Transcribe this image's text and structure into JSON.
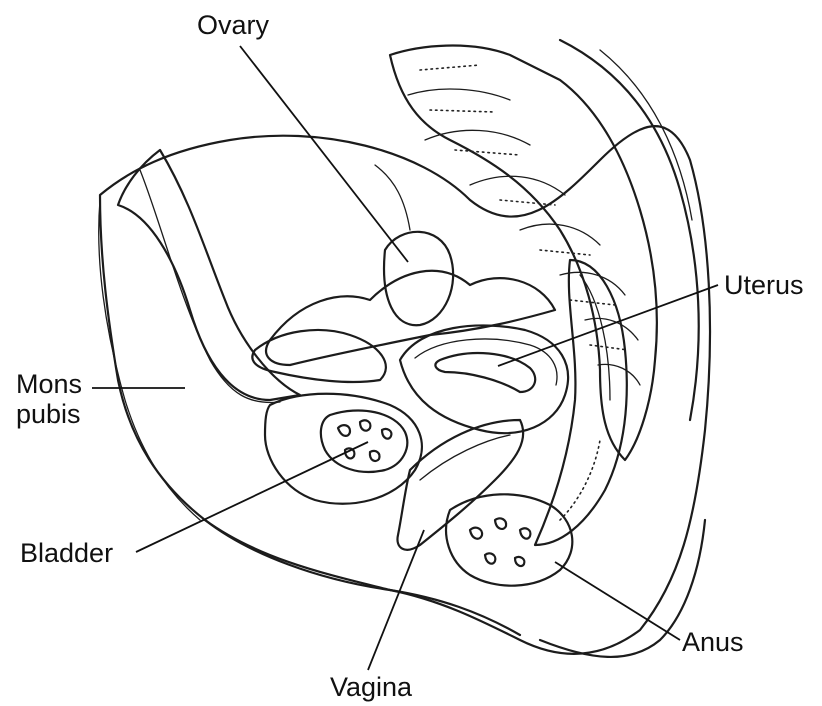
{
  "labels": {
    "ovary": "Ovary",
    "uterus": "Uterus",
    "mons_pubis_line1": "Mons",
    "mons_pubis_line2": "pubis",
    "bladder": "Bladder",
    "anus": "Anus",
    "vagina": "Vagina"
  },
  "colors": {
    "light_tissue": "#f1d8ee",
    "mid_tissue": "#dca3d6",
    "deep_tissue": "#b24aa8",
    "dark_accent": "#8f1e86",
    "outline": "#1c1c1c"
  }
}
